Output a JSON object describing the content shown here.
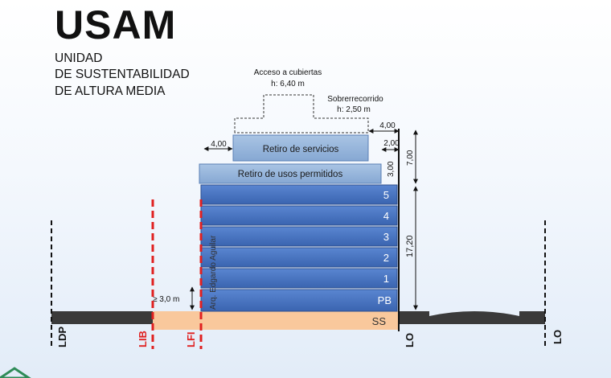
{
  "header": {
    "title": "USAM",
    "subtitle_lines": [
      "UNIDAD",
      "DE SUSTENTABILIDAD",
      "DE ALTURA MEDIA"
    ]
  },
  "annotations": {
    "access_title": "Acceso a cubiertas",
    "access_height": "h: 6,40 m",
    "overrun_title": "Sobrerrecorrido",
    "overrun_height": "h: 2,50 m",
    "signature": "Arq. Edgardo Aguilar"
  },
  "bands": {
    "servicios": "Retiro de servicios",
    "usos": "Retiro de usos permitidos"
  },
  "floors": [
    "5",
    "4",
    "3",
    "2",
    "1",
    "PB"
  ],
  "basement": "SS",
  "dimensions": {
    "setback_left_top": "4,00",
    "setback_right_top": "4,00",
    "setback_right_services": "2,00",
    "height_usos": "3,00",
    "height_upper": "7,00",
    "height_main": "17,20",
    "min_distance": "≥ 3,0 m"
  },
  "lines": {
    "ldp": "LDP",
    "lib": "LIB",
    "lfi": "LFI",
    "lo_left": "LO",
    "lo_right": "LO"
  },
  "colors": {
    "floor_blue": "#4472c4",
    "band_light_blue": "#95b3d7",
    "basement_orange": "#f9c89c",
    "red_dashed": "#e02020",
    "ground": "#333333"
  }
}
